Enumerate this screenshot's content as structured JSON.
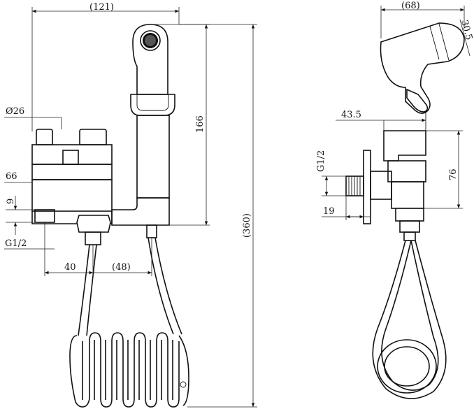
{
  "dimensions": {
    "width_121": "(121)",
    "height_166": "166",
    "height_360": "(360)",
    "dia_26": "Ø26",
    "len_66": "66",
    "len_9": "9",
    "thread_g12_left": "G1/2",
    "len_40": "40",
    "len_48": "(48)",
    "width_68": "(68)",
    "angle_30_5": "30.5",
    "len_43_5": "43.5",
    "thread_g12_right": "G1/2",
    "height_76": "76",
    "len_19": "19"
  }
}
